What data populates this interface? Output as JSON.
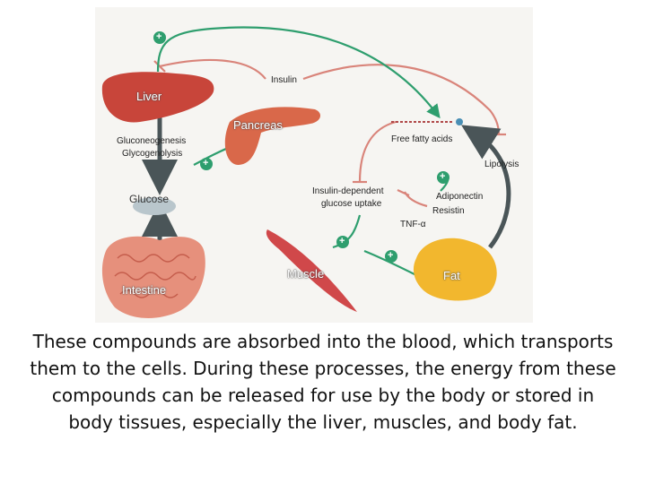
{
  "diagram": {
    "labels": {
      "liver": "Liver",
      "insulin": "Insulin",
      "pancreas": "Pancreas",
      "gluconeogenesis": "Gluconeogenesis",
      "glycogenolysis": "Glycogenolysis",
      "free_fatty_acids": "Free fatty acids",
      "lipolysis": "Lipolysis",
      "glucose": "Glucose",
      "insulin_dependent": "Insulin-dependent",
      "glucose_uptake": "glucose uptake",
      "adiponectin": "Adiponectin",
      "resistin": "Resistin",
      "tnf": "TNF-α",
      "muscle": "Muscle",
      "fat": "Fat",
      "intestine": "Intestine",
      "plus": "+"
    },
    "colors": {
      "stimulate_arrow": "#2e9e6e",
      "inhibit_line": "#d9847a",
      "flow_arrow": "#4a5558",
      "organ_red": "#c8453a",
      "fat_yellow": "#f2b72e"
    }
  },
  "caption": "These compounds are absorbed into the blood, which transports them to the cells. During these processes, the energy from these compounds can be released for use by the body or stored in body tissues, especially the liver, muscles, and body fat."
}
